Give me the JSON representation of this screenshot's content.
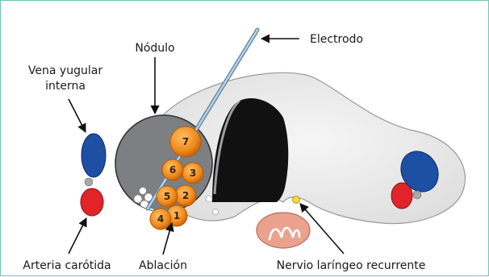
{
  "labels": {
    "electrode": "Electrodo",
    "nodule": "Nódulo",
    "jugular_line1": "Vena yugular",
    "jugular_line2": "interna",
    "carotid": "Arteria carótida",
    "ablation": "Ablación",
    "recurrent_nerve": "Nervio laríngeo recurrente"
  },
  "ablation_zones": [
    "1",
    "2",
    "3",
    "4",
    "5",
    "6",
    "7"
  ],
  "colors": {
    "border": "#6fc6b6",
    "nodule": "#7d7f83",
    "thyroid": "#ececec",
    "trachea": "#111111",
    "jugular": "#1d4fa3",
    "carotid": "#e0242a",
    "ablation": "#f08a1c",
    "esophagus": "#eaa28f",
    "nerve": "#f2da2e",
    "electrode": "#a9c1d6"
  }
}
